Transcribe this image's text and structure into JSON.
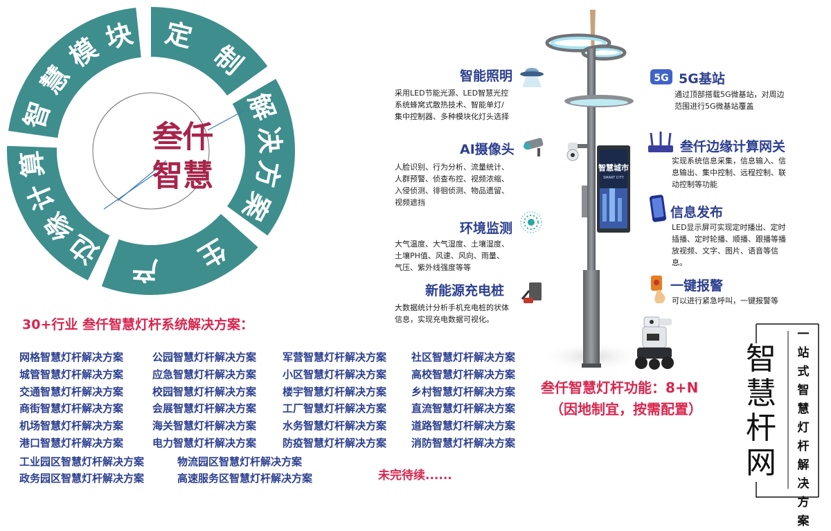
{
  "ring": {
    "segments": [
      {
        "label": "定 制",
        "chars": [
          "定",
          "制"
        ]
      },
      {
        "label": "解决方案",
        "chars": [
          "解",
          "决",
          "方",
          "案"
        ]
      },
      {
        "label": "生 产",
        "chars": [
          "生",
          "产"
        ]
      },
      {
        "label": "边缘计算",
        "chars": [
          "边",
          "缘",
          "计",
          "算"
        ]
      },
      {
        "label": "智慧模块",
        "chars": [
          "智",
          "慧",
          "模",
          "块"
        ]
      }
    ],
    "center_line1": "叁仟",
    "center_line2": "智慧",
    "ring_color": "#3e8e8d",
    "center_color": "#a8244a"
  },
  "features_left": [
    {
      "title": "智能照明",
      "icon": "ufo-light-icon",
      "desc": [
        "采用LED节能光源、LED智慧光控",
        "系统蜂窝式散热技术、智能单灯/",
        "集中控制器、多种模块化灯头选择"
      ]
    },
    {
      "title": "AI摄像头",
      "icon": "camera-icon",
      "desc": [
        "人脸识别、行为分析、流量统计、",
        "人群预警、侦查布控、视频浓缩、",
        "入侵侦测、徘徊侦测、物品遗留、",
        "视频遮挡"
      ]
    },
    {
      "title": "环境监测",
      "icon": "sensor-icon",
      "desc": [
        "大气温度、大气湿度、土壤湿度、",
        "土壤PH值、风速、风向、雨量、",
        "气压、紫外线强度等等"
      ]
    },
    {
      "title": "新能源充电桩",
      "icon": "charger-icon",
      "desc": [
        "大数据统计分析手机充电桩的状体",
        "信息，实现充电数据可视化。"
      ]
    }
  ],
  "features_right": [
    {
      "title": "5G基站",
      "icon": "5g-icon",
      "desc": [
        "通过顶部搭载5G微基站，对周边",
        "范围进行5G微基站覆盖"
      ]
    },
    {
      "title": "叁仟边缘计算网关",
      "icon": "router-icon",
      "desc": [
        "实现系统信息采集，信息输入、信",
        "息输出、集中控制、远程控制、联",
        "动控制等功能"
      ]
    },
    {
      "title": "信息发布",
      "icon": "phone-icon",
      "desc": [
        "LED显示屏可实现定时播出、定时",
        "插播、定时轮播、顺播、跟播等播",
        "放视频、文字、图片、语音等信",
        "息。"
      ]
    },
    {
      "title": "一键报警",
      "icon": "alarm-button-icon",
      "desc": [
        "可以进行紧急呼叫，一键报警等"
      ]
    }
  ],
  "pole": {
    "screen_title": "智慧城市",
    "screen_sub": "SMART CITY"
  },
  "function": {
    "line1": "叁仟智慧灯杆功能：8+N",
    "line2": "（因地制宜，按需配置）"
  },
  "solutions": {
    "heading": "30+行业 叁仟智慧灯杆系统解决方案：",
    "columns": [
      [
        "网格智慧灯杆解决方案",
        "城管智慧灯杆解决方案",
        "交通智慧灯杆解决方案",
        "商街智慧灯杆解决方案",
        "机场智慧灯杆解决方案",
        "港口智慧灯杆解决方案"
      ],
      [
        "公园智慧灯杆解决方案",
        "应急智慧灯杆解决方案",
        "校园智慧灯杆解决方案",
        "会展智慧灯杆解决方案",
        "海关智慧灯杆解决方案",
        "电力智慧灯杆解决方案"
      ],
      [
        "军营智慧灯杆解决方案",
        "小区智慧灯杆解决方案",
        "楼宇智慧灯杆解决方案",
        "工厂智慧灯杆解决方案",
        "水务智慧灯杆解决方案",
        "防疫智慧灯杆解决方案"
      ],
      [
        "社区智慧灯杆解决方案",
        "高校智慧灯杆解决方案",
        "乡村智慧灯杆解决方案",
        "直流智慧灯杆解决方案",
        "道路智慧灯杆解决方案",
        "消防智慧灯杆解决方案"
      ]
    ],
    "extra_rows": [
      [
        "工业园区智慧灯杆解决方案",
        "物流园区智慧灯杆解决方案"
      ],
      [
        "政务园区智慧灯杆解决方案",
        "高速服务区智慧灯杆解决方案"
      ]
    ],
    "unfinished": "未完待续......"
  },
  "brand": {
    "big": [
      "智",
      "慧",
      "杆",
      "网"
    ],
    "small": [
      "一",
      "站",
      "式",
      "智",
      "慧",
      "灯",
      "杆",
      "解",
      "决",
      "方",
      "案"
    ]
  }
}
